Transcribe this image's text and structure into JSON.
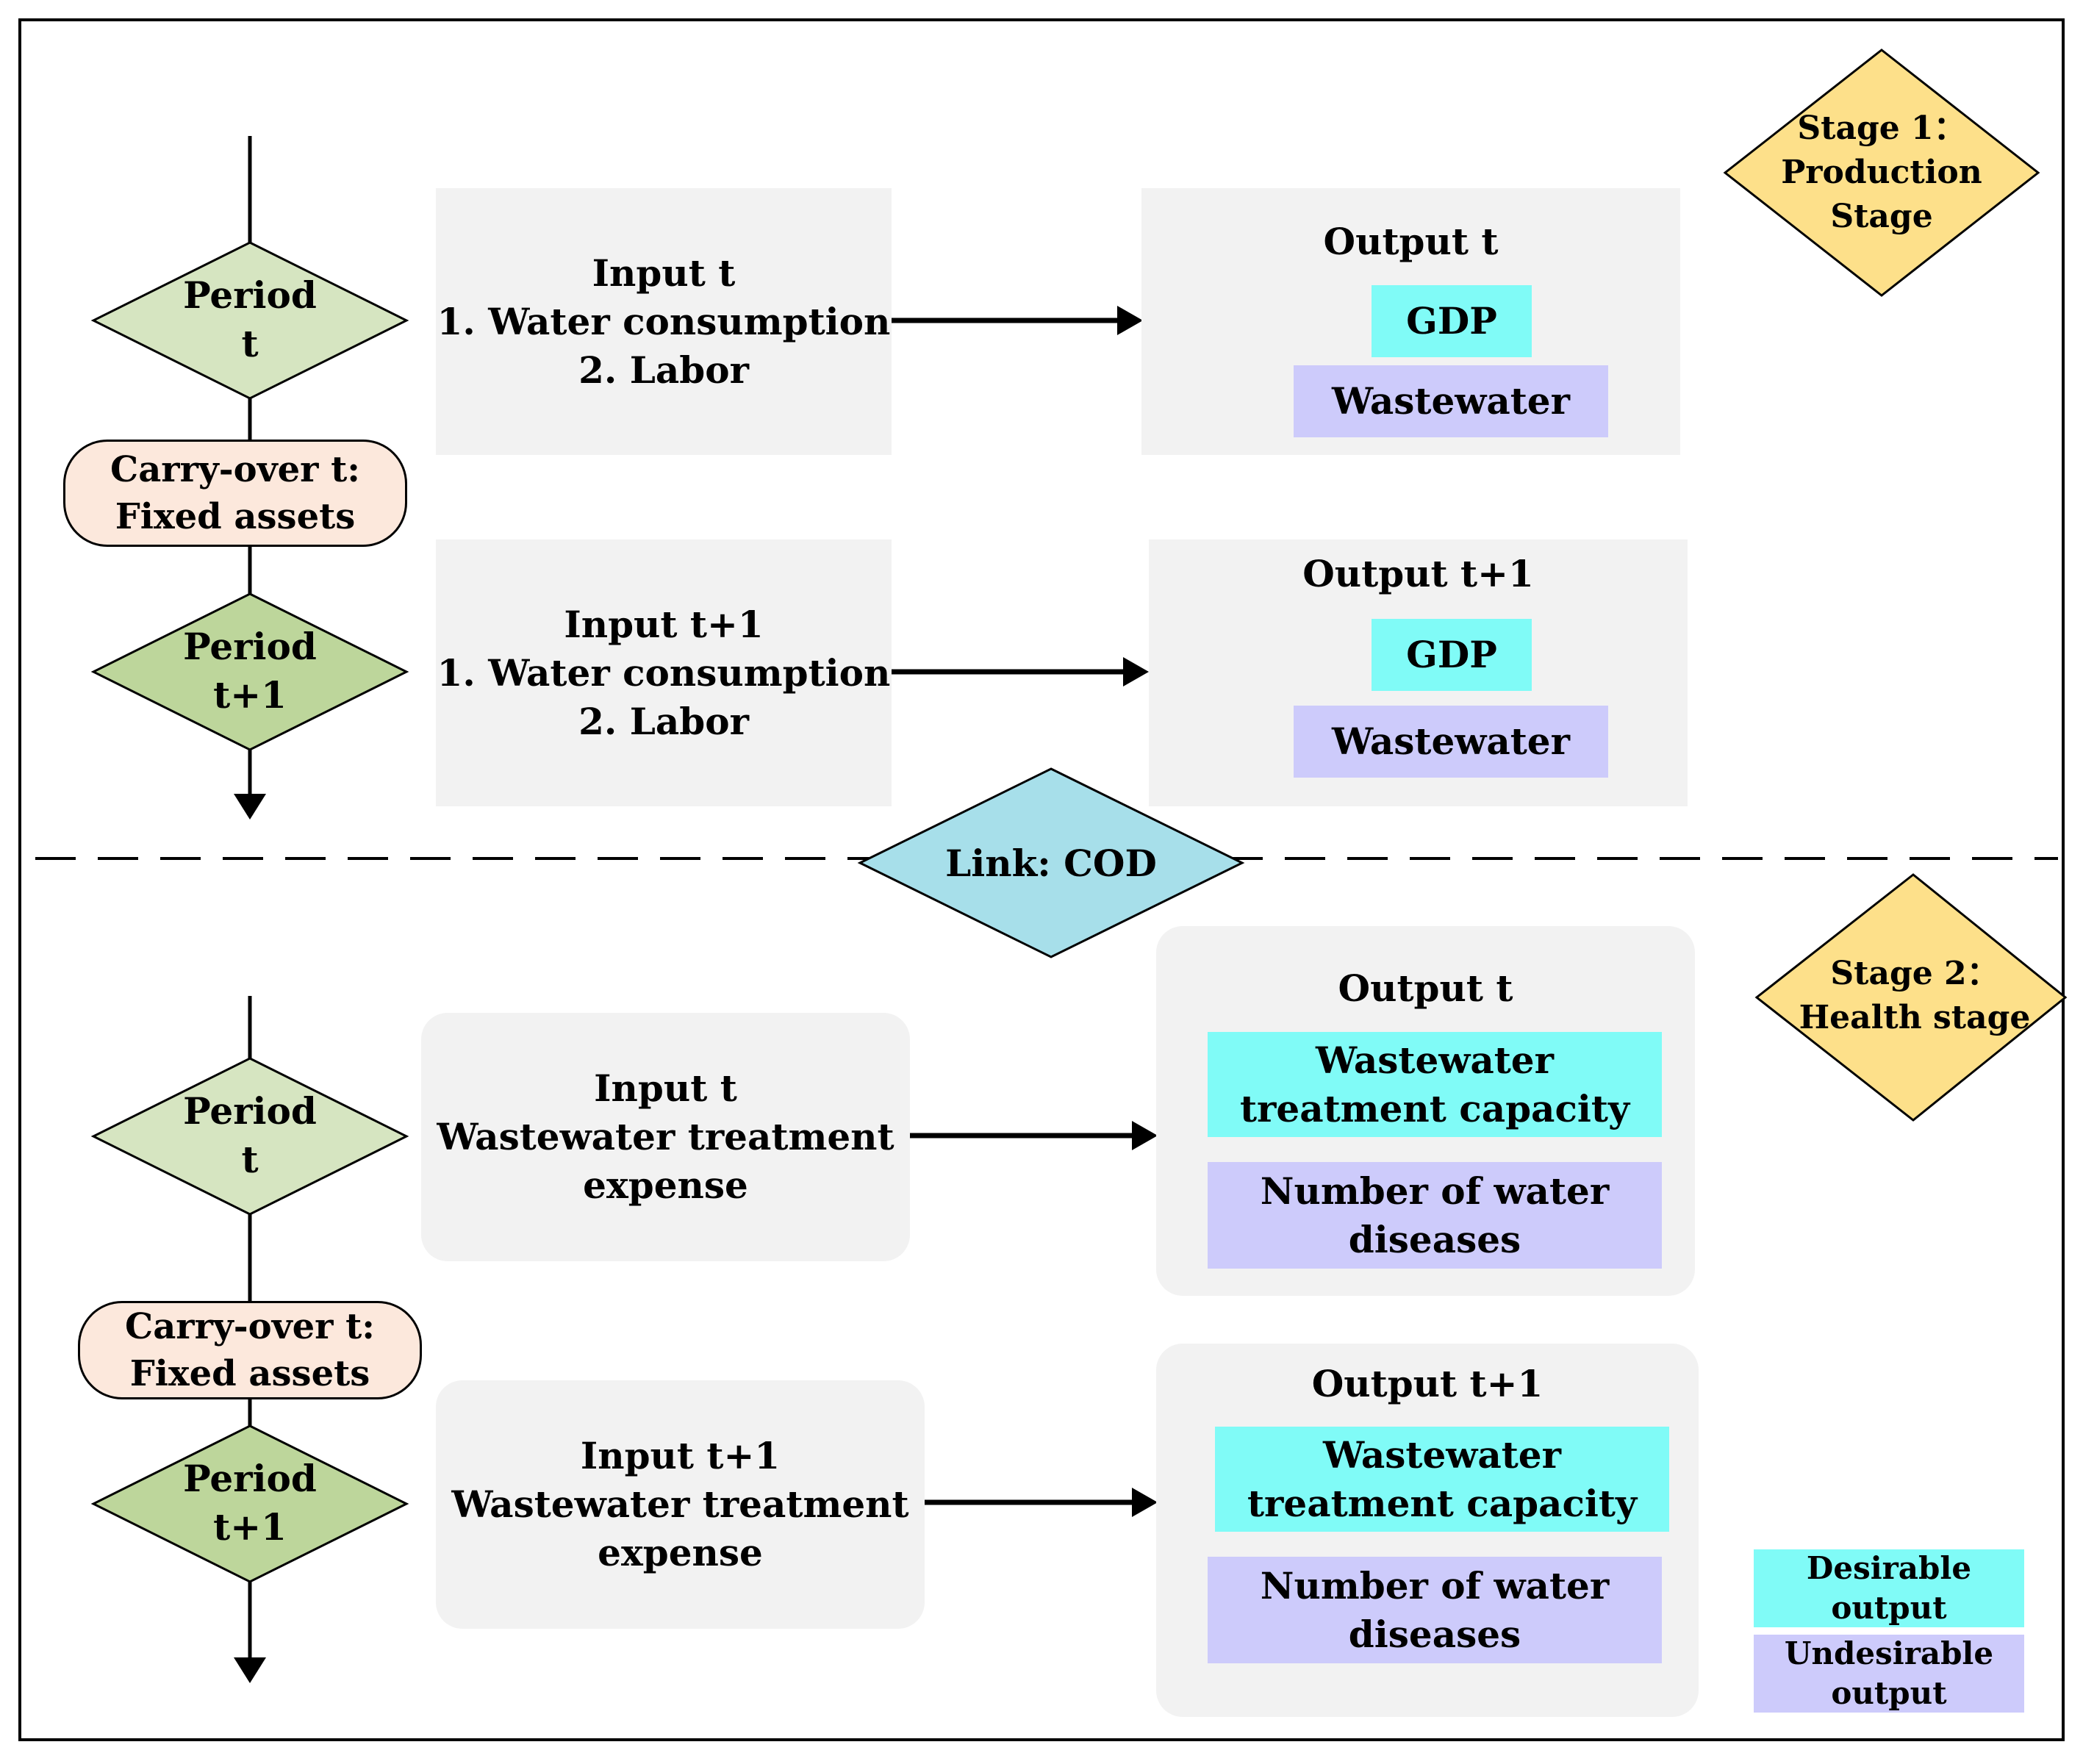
{
  "stage1": {
    "label_line1": "Stage 1：",
    "label_line2": "Production",
    "label_line3": "Stage",
    "period_t": {
      "line1": "Period",
      "line2": "t"
    },
    "period_t1": {
      "line1": "Period",
      "line2": "t+1"
    },
    "carry_over": {
      "line1": "Carry-over t:",
      "line2": "Fixed assets"
    },
    "input_t": {
      "line1": "Input t",
      "line2": "1. Water consumption",
      "line3": "2. Labor"
    },
    "input_t1": {
      "line1": "Input t+1",
      "line2": "1. Water consumption",
      "line3": "2. Labor"
    },
    "output_t": {
      "title": "Output t",
      "desirable": "GDP",
      "undesirable": "Wastewater"
    },
    "output_t1": {
      "title": "Output t+1",
      "desirable": "GDP",
      "undesirable": "Wastewater"
    }
  },
  "link": {
    "label": "Link: COD"
  },
  "stage2": {
    "label_line1": "Stage 2：",
    "label_line2": "Health stage",
    "period_t": {
      "line1": "Period",
      "line2": "t"
    },
    "period_t1": {
      "line1": "Period",
      "line2": "t+1"
    },
    "carry_over": {
      "line1": "Carry-over t:",
      "line2": "Fixed assets"
    },
    "input_t": {
      "line1": "Input t",
      "line2": "Wastewater treatment",
      "line3": "expense"
    },
    "input_t1": {
      "line1": "Input t+1",
      "line2": "Wastewater treatment",
      "line3": "expense"
    },
    "output_t": {
      "title": "Output t",
      "desirable_line1": "Wastewater",
      "desirable_line2": "treatment capacity",
      "undesirable_line1": "Number of water",
      "undesirable_line2": "diseases"
    },
    "output_t1": {
      "title": "Output t+1",
      "desirable_line1": "Wastewater",
      "desirable_line2": "treatment capacity",
      "undesirable_line1": "Number of water",
      "undesirable_line2": "diseases"
    }
  },
  "legend": {
    "desirable_line1": "Desirable",
    "desirable_line2": "output",
    "undesirable_line1": "Undesirable",
    "undesirable_line2": "output"
  },
  "colors": {
    "desirable": "#80fbf7",
    "undesirable": "#cdcbfb",
    "period_light": "#d6e5c1",
    "period_dark": "#bdd69b",
    "stage_diamond": "#fde08a",
    "link_diamond": "#a7dfea",
    "carry_over": "#fce8dc",
    "box_gray": "#f2f2f2"
  }
}
